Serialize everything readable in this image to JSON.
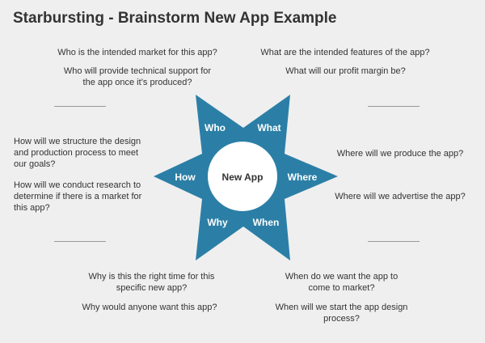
{
  "title": "Starbursting - Brainstorm New App Example",
  "center": "New App",
  "points": {
    "who": "Who",
    "what": "What",
    "where": "Where",
    "when": "When",
    "why": "Why",
    "how": "How"
  },
  "questions": {
    "who": [
      "Who is the intended market for this app?",
      "Who will provide technical support for the app once it’s produced?"
    ],
    "what": [
      "What are the intended features of the app?",
      "What will our profit margin be?"
    ],
    "where": [
      "Where will we produce the app?",
      "Where will we advertise the app?"
    ],
    "when": [
      "When do we want the app to come to market?",
      "When will we start the app design process?"
    ],
    "why": [
      "Why is this the right time for this specific new app?",
      "Why would anyone want this app?"
    ],
    "how": [
      "How will we structure the design and production process to meet our goals?",
      "How will we conduct research to determine if there is a market for this app?"
    ]
  },
  "colors": {
    "star": "#2b7fa6",
    "background": "#efefef"
  }
}
